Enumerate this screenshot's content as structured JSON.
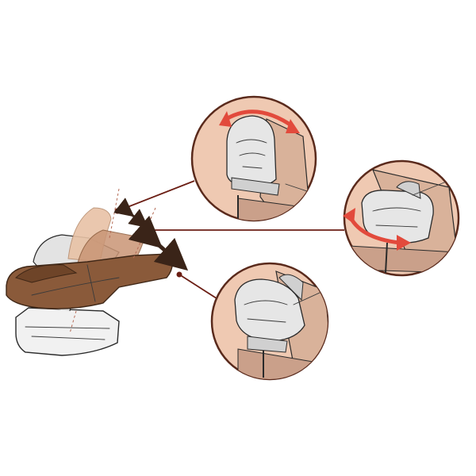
{
  "colors": {
    "background": "#ffffff",
    "recline_brown": "#8a5a3a",
    "recline_brown_dark": "#5e3a22",
    "recline_pale": "#e8c2a6",
    "callout_circle_fill": "#efc9b2",
    "callout_circle_stroke": "#5a2a1c",
    "leader_line": "#6b1e14",
    "rotate_arrow": "#e24a3c",
    "adjust_arrow": "#3a2418",
    "seat_gray": "#e6e6e6",
    "wall_tan": "#d9b29a"
  },
  "icons": {
    "rotate_cw": "curved-double-arrow-icon",
    "rotate_ccw": "curved-double-arrow-icon",
    "recline_arrow": "double-arrow-icon"
  },
  "callouts": [
    {
      "id": "forward-facing",
      "rotation_arrow": true
    },
    {
      "id": "side-facing",
      "rotation_arrow": true
    },
    {
      "id": "rear-facing",
      "rotation_arrow": false
    }
  ],
  "recline_positions": 3
}
